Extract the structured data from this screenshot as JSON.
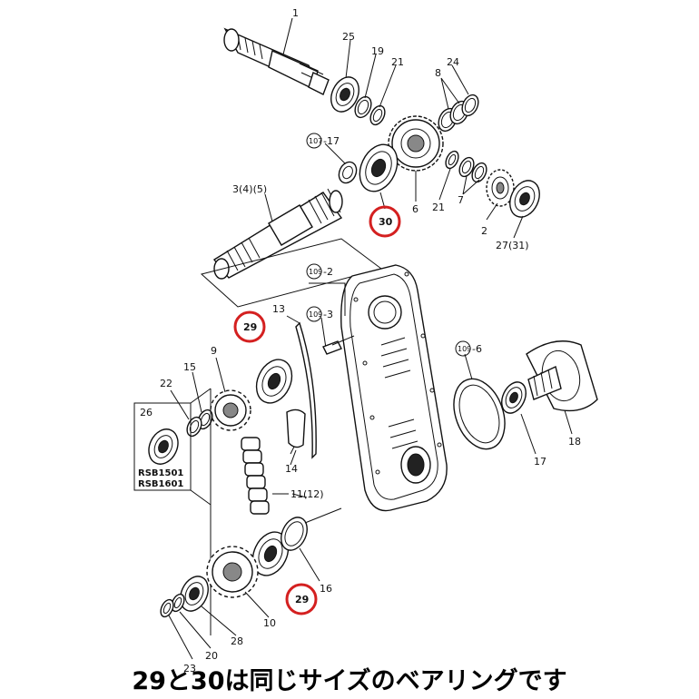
{
  "labels": {
    "p1": "1",
    "p25": "25",
    "p19": "19",
    "p21a": "21",
    "p8": "8",
    "p24": "24",
    "p107": "107",
    "p17a": "-17",
    "p345": "3(4)(5)",
    "p30a": "30",
    "p6": "6",
    "p21b": "21",
    "p7": "7",
    "p2": "2",
    "p2731": "27(31)",
    "p109a": "109",
    "p2b": "-2",
    "p109b": "109",
    "p3b": "-3",
    "p13": "13",
    "p29a": "29",
    "p9": "9",
    "p15": "15",
    "p22": "22",
    "p14": "14",
    "p1112": "11(12)",
    "p109c": "109",
    "p6b": "-6",
    "p18": "18",
    "p17b": "17",
    "p26": "26",
    "rsb1": "RSB1501",
    "rsb2": "RSB1601",
    "p16": "16",
    "p29b": "29",
    "p10": "10",
    "p28": "28",
    "p20": "20",
    "p23": "23"
  },
  "highlight_color": "#d42020",
  "caption": "29と30は同じサイズのベアリングです"
}
